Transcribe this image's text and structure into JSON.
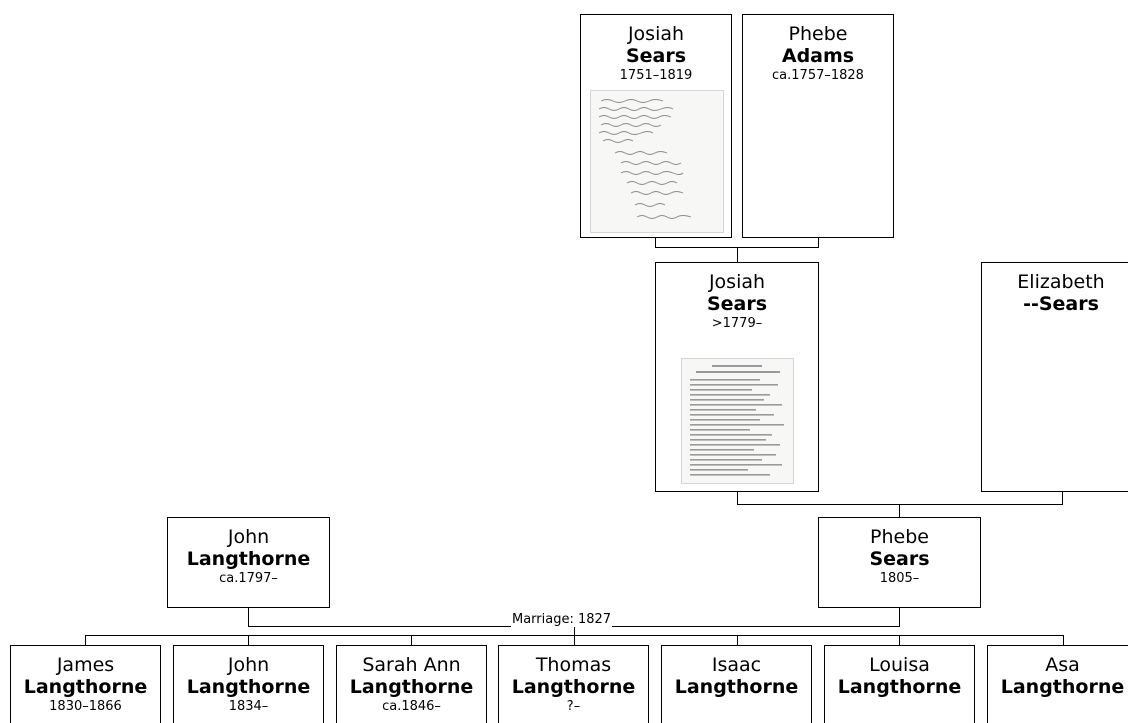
{
  "people": {
    "josiah_sr": {
      "given": "Josiah",
      "surname": "Sears",
      "dates": "1751–1819",
      "document_image": "handwritten-document"
    },
    "phebe_adams": {
      "given": "Phebe",
      "surname": "Adams",
      "dates": "ca.1757–1828"
    },
    "josiah_jr": {
      "given": "Josiah",
      "surname": "Sears",
      "dates": ">1779–",
      "document_image": "printed-list-document"
    },
    "elizabeth": {
      "given": "Elizabeth",
      "surname": "--Sears",
      "dates": ""
    },
    "john_sr": {
      "given": "John",
      "surname": "Langthorne",
      "dates": "ca.1797–"
    },
    "phebe_sears": {
      "given": "Phebe",
      "surname": "Sears",
      "dates": "1805–"
    }
  },
  "marriage_label": "Marriage: 1827",
  "children": [
    {
      "given": "James",
      "surname": "Langthorne",
      "dates": "1830–1866"
    },
    {
      "given": "John",
      "surname": "Langthorne",
      "dates": "1834–"
    },
    {
      "given": "Sarah Ann",
      "surname": "Langthorne",
      "dates": "ca.1846–"
    },
    {
      "given": "Thomas",
      "surname": "Langthorne",
      "dates": "?–"
    },
    {
      "given": "Isaac",
      "surname": "Langthorne",
      "dates": ""
    },
    {
      "given": "Louisa",
      "surname": "Langthorne",
      "dates": ""
    },
    {
      "given": "Asa",
      "surname": "Langthorne",
      "dates": ""
    }
  ]
}
